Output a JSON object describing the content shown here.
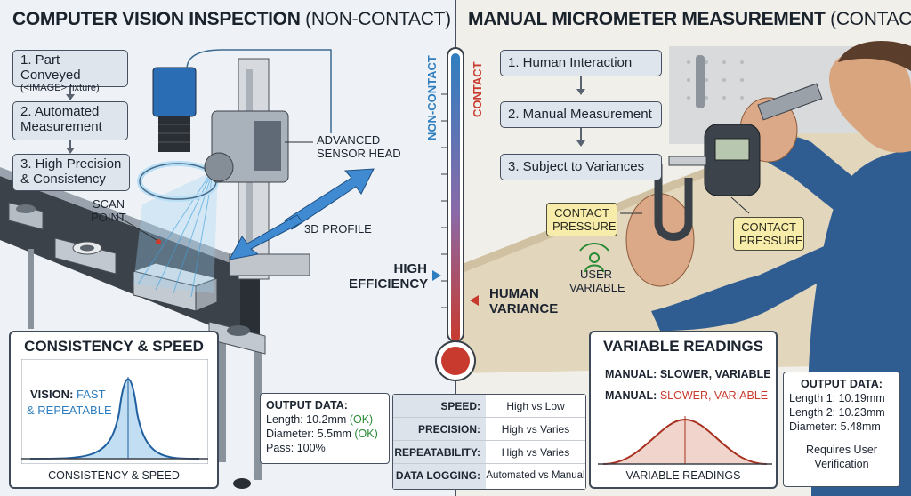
{
  "left": {
    "title_bold": "COMPUTER VISION INSPECTION",
    "title_thin": "(NON-CONTACT)",
    "steps": [
      {
        "label": "1. Part Conveyed",
        "sub": "(<IMAGE> fixture)"
      },
      {
        "label": "2. Automated Measurement"
      },
      {
        "label": "3. High Precision & Consistency"
      }
    ],
    "sensor_label": "ADVANCED SENSOR HEAD",
    "scan_label": "SCAN POINT",
    "profile_label": "3D PROFILE",
    "card": {
      "title": "CONSISTENCY & SPEED",
      "vision_label": "VISION:",
      "vision_value": "FAST",
      "vision_value2": "& REPEATABLE",
      "caption": "CONSISTENCY & SPEED"
    },
    "output": {
      "heading": "OUTPUT DATA:",
      "length_label": "Length: 10.2mm",
      "length_ok": "(OK)",
      "diameter_label": "Diameter: 5.5mm",
      "diameter_ok": "(OK)",
      "pass": "Pass: 100%"
    }
  },
  "center": {
    "noncontact": "NON-CONTACT",
    "contact": "CONTACT",
    "high_efficiency": "HIGH EFFICIENCY",
    "human_variance": "HUMAN VARIANCE",
    "comparison": [
      {
        "key": "SPEED:",
        "value": "High vs Low"
      },
      {
        "key": "PRECISION:",
        "value": "High vs Varies"
      },
      {
        "key": "REPEATABILITY:",
        "value": "High vs Varies"
      },
      {
        "key": "DATA LOGGING:",
        "value": "Automated vs Manual"
      }
    ]
  },
  "right": {
    "title_bold": "MANUAL MICROMETER MEASUREMENT",
    "title_thin": "(CONTACT)",
    "steps": [
      {
        "label": "1. Human Interaction"
      },
      {
        "label": "2. Manual Measurement"
      },
      {
        "label": "3. Subject to Variances"
      }
    ],
    "contact_pressure_1": "CONTACT PRESSURE",
    "contact_pressure_2": "CONTACT PRESSURE",
    "user_variable": "USER VARIABLE",
    "card": {
      "title": "VARIABLE READINGS",
      "manual_label_1": "MANUAL:",
      "manual_value_1": "SLOWER, VARIABLE",
      "manual_label_2": "MANUAL:",
      "manual_value_2": "SLOWER, VARIABLE",
      "caption": "VARIABLE READINGS"
    },
    "output": {
      "heading": "OUTPUT DATA:",
      "length1": "Length 1: 10.19mm",
      "length2": "Length 2: 10.23mm",
      "diameter": "Diameter: 5.48mm",
      "note": "Requires User Verification"
    }
  },
  "colors": {
    "cool": "#2f7fc0",
    "warm": "#c83a2e",
    "ok": "#2a8a36",
    "label_yellow": "#f7ecaa"
  }
}
